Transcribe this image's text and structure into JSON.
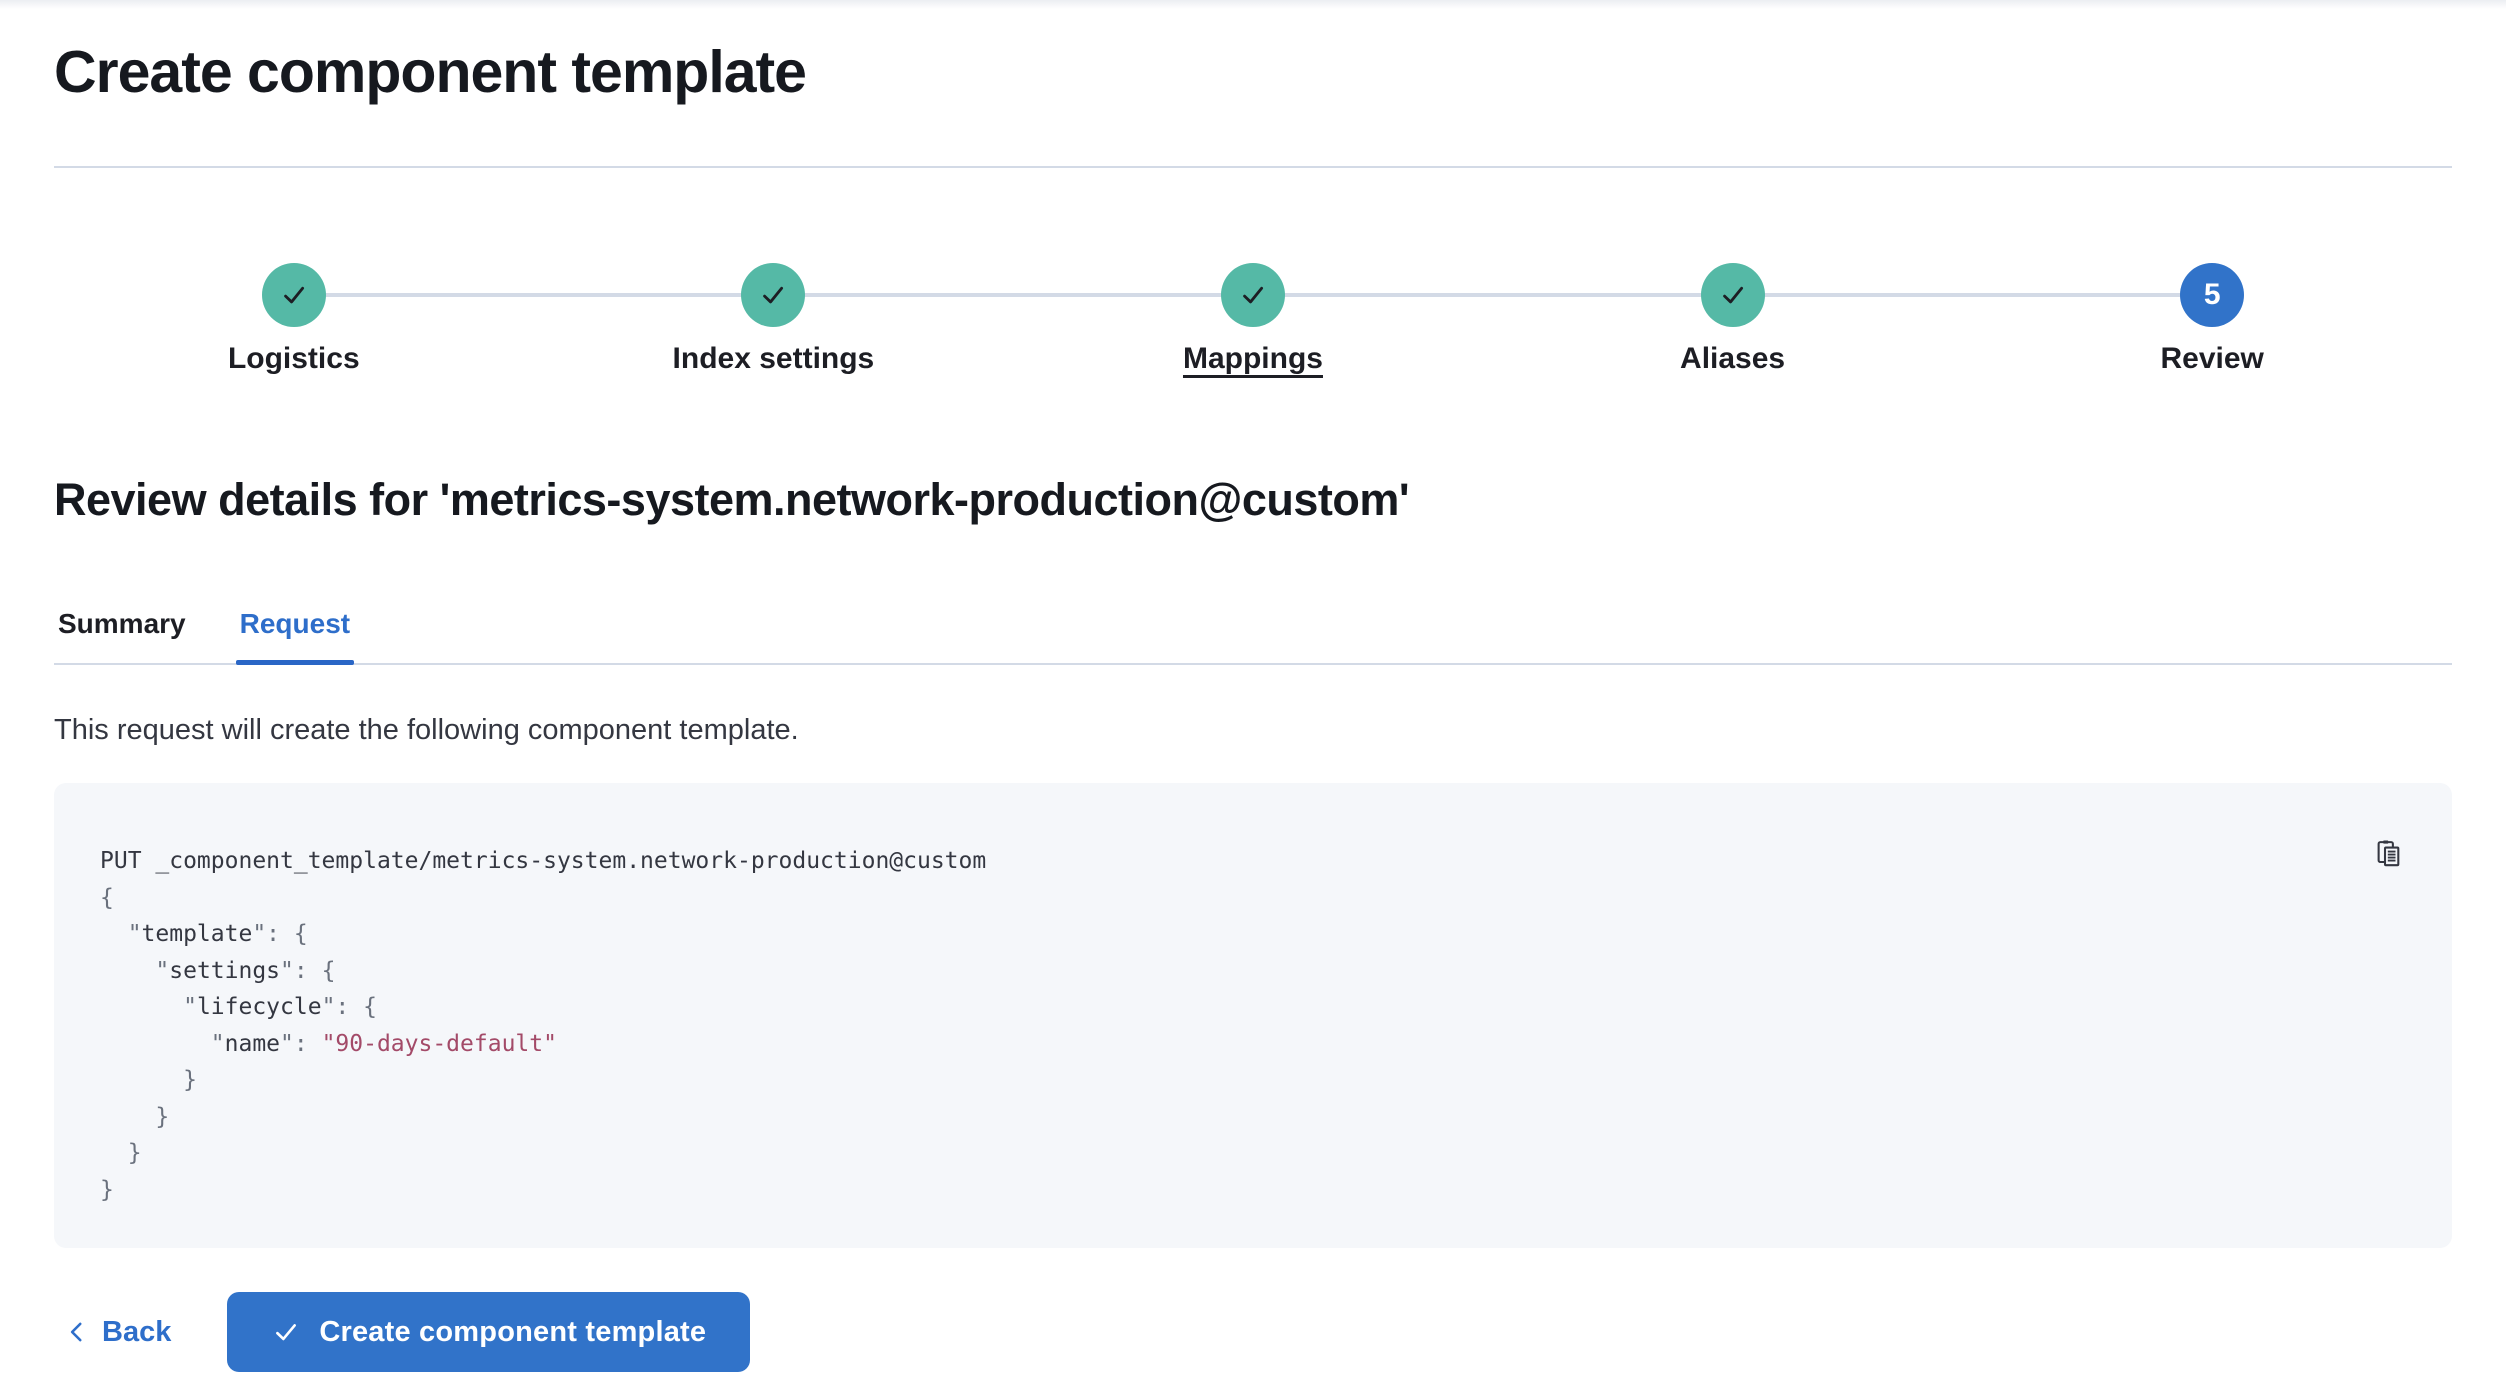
{
  "page": {
    "title": "Create component template"
  },
  "steps": {
    "items": [
      {
        "label": "Logistics",
        "status": "complete",
        "icon": "check-icon"
      },
      {
        "label": "Index settings",
        "status": "complete",
        "icon": "check-icon"
      },
      {
        "label": "Mappings",
        "status": "complete",
        "icon": "check-icon",
        "underlined": true
      },
      {
        "label": "Aliases",
        "status": "complete",
        "icon": "check-icon"
      },
      {
        "label": "Review",
        "status": "current",
        "number": "5"
      }
    ]
  },
  "review": {
    "heading": "Review details for 'metrics-system.network-production@custom'",
    "tabs": [
      {
        "label": "Summary",
        "active": false
      },
      {
        "label": "Request",
        "active": true
      }
    ],
    "description": "This request will create the following component template."
  },
  "code_block": {
    "copy_icon": "copy-clipboard-icon",
    "lines": [
      {
        "segments": [
          {
            "c": "d",
            "t": "PUT _component_template/metrics-system.network-production@custom"
          }
        ]
      },
      {
        "segments": [
          {
            "c": "g",
            "t": "{"
          }
        ]
      },
      {
        "segments": [
          {
            "c": "g",
            "t": "  \""
          },
          {
            "c": "d",
            "t": "template"
          },
          {
            "c": "g",
            "t": "\": {"
          }
        ]
      },
      {
        "segments": [
          {
            "c": "g",
            "t": "    \""
          },
          {
            "c": "d",
            "t": "settings"
          },
          {
            "c": "g",
            "t": "\": {"
          }
        ]
      },
      {
        "segments": [
          {
            "c": "g",
            "t": "      \""
          },
          {
            "c": "d",
            "t": "lifecycle"
          },
          {
            "c": "g",
            "t": "\": {"
          }
        ]
      },
      {
        "segments": [
          {
            "c": "g",
            "t": "        \""
          },
          {
            "c": "d",
            "t": "name"
          },
          {
            "c": "g",
            "t": "\": "
          },
          {
            "c": "s",
            "t": "\"90-days-default\""
          }
        ]
      },
      {
        "segments": [
          {
            "c": "g",
            "t": "      }"
          }
        ]
      },
      {
        "segments": [
          {
            "c": "g",
            "t": "    }"
          }
        ]
      },
      {
        "segments": [
          {
            "c": "g",
            "t": "  }"
          }
        ]
      },
      {
        "segments": [
          {
            "c": "g",
            "t": "}"
          }
        ]
      }
    ]
  },
  "footer": {
    "back_icon": "chevron-left-icon",
    "back_label": "Back",
    "create_icon": "check-icon",
    "create_label": "Create component template"
  },
  "colors": {
    "primary": "#3173C9",
    "step_complete_teal": "#55B9A6",
    "heading_text": "#16191F",
    "body_text": "#343741",
    "divider": "#D3DAE6",
    "code_background": "#F5F7FA",
    "code_punctuation": "#6A717D",
    "code_string_accent": "#A34A68"
  }
}
